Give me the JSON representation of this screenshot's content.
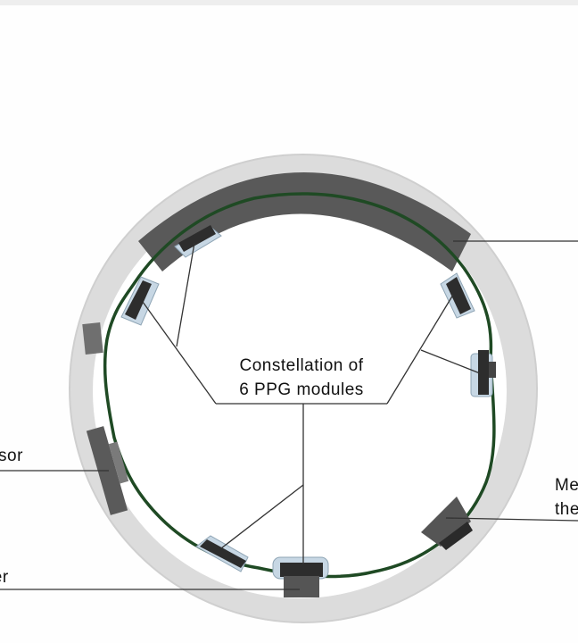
{
  "labels": {
    "constellation_line1": "Constellation of",
    "constellation_line2": "6 PPG modules",
    "left_upper_partial": "ssor",
    "left_lower_partial": "ter",
    "right_partial_line1": "Me",
    "right_partial_line2": "the"
  },
  "colors": {
    "ring_shell": "#dfdfdf",
    "ring_edge": "#cfcfcf",
    "ring_inner": "#ffffff",
    "flex_circuit": "#1f4a24",
    "component": "#555555",
    "module_glass": "#c9d9e6",
    "leader_line": "#333333",
    "text": "#111111"
  }
}
